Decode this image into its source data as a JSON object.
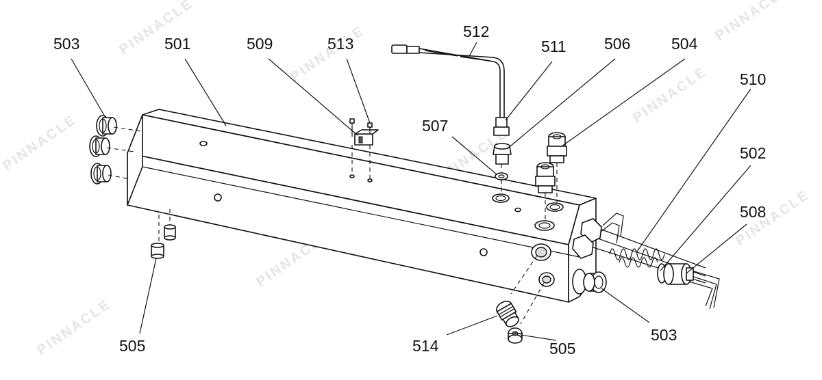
{
  "diagram": {
    "callouts": [
      {
        "id": "c503a",
        "label": "503"
      },
      {
        "id": "c501",
        "label": "501"
      },
      {
        "id": "c509",
        "label": "509"
      },
      {
        "id": "c513",
        "label": "513"
      },
      {
        "id": "c512",
        "label": "512"
      },
      {
        "id": "c511",
        "label": "511"
      },
      {
        "id": "c506",
        "label": "506"
      },
      {
        "id": "c504",
        "label": "504"
      },
      {
        "id": "c510",
        "label": "510"
      },
      {
        "id": "c507",
        "label": "507"
      },
      {
        "id": "c502",
        "label": "502"
      },
      {
        "id": "c508",
        "label": "508"
      },
      {
        "id": "c505a",
        "label": "505"
      },
      {
        "id": "c514",
        "label": "514"
      },
      {
        "id": "c505b",
        "label": "505"
      },
      {
        "id": "c503b",
        "label": "503"
      }
    ],
    "watermark": "PINNACLE"
  }
}
